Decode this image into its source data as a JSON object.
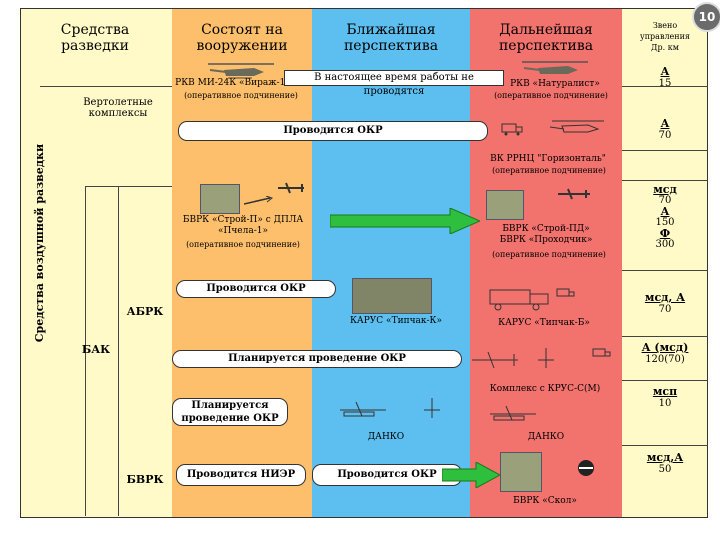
{
  "slide_number": "10",
  "headers": {
    "intel": "Средства\nразведки",
    "armed": "Состоят на\nвооружении",
    "near": "Ближайшая\nперспектива",
    "far": "Дальнейшая\nперспектива",
    "unit": "Звено\nуправления\nДр. км"
  },
  "side_label": "Средства воздушной разведки",
  "categories": {
    "helicopter": "Вертолетные\nкомплексы",
    "bak": "БАК",
    "abrk": "АБРК",
    "bvrk": "БВРК"
  },
  "row1": {
    "armed_name": "РКВ МИ-24К «Вираж-1»",
    "armed_note": "(оперативное подчинение)",
    "banner": "В настоящее время работы не проводятся",
    "far_name": "РКВ «Натуралист»",
    "far_note": "(оперативное подчинение)",
    "unit_letter": "А",
    "unit_num": "15"
  },
  "row2": {
    "banner": "Проводится ОКР",
    "far_name": "ВК РРНЦ \"Горизонталь\"",
    "far_note": "(оперативное подчинение)",
    "unit_letter": "А",
    "unit_num": "70"
  },
  "row3": {
    "armed_name": "БВРК «Строй-П» с ДПЛА\n«Пчела-1»",
    "armed_note": "(оперативное подчинение)",
    "far_name": "БВРК «Строй-ПД»\nБВРК «Проходчик»",
    "far_note": "(оперативное подчинение)",
    "unit_lines": [
      "мсд",
      "70",
      "А",
      "150",
      "Ф",
      "300"
    ]
  },
  "row4": {
    "banner": "Проводится ОКР",
    "near_name": "КАРУС «Типчак-К»",
    "far_name": "КАРУС «Типчак-Б»",
    "unit_letter": "мсд, А",
    "unit_num": "70"
  },
  "row5": {
    "banner": "Планируется проведение ОКР",
    "unit_letter": "А (мсд)",
    "unit_num": "120(70)"
  },
  "row6": {
    "far_name": "Комплекс с КРУС-С(М)",
    "banner": "Планируется\nпроведение ОКР",
    "near_name": "ДАНКО",
    "far_name2": "ДАНКО",
    "unit_letter": "мсп",
    "unit_num": "10"
  },
  "row7": {
    "banner_left": "Проводится НИЭР",
    "banner_mid": "Проводится ОКР",
    "far_name": "БВРК «Скол»",
    "unit_letter": "мсд,А",
    "unit_num": "50"
  },
  "colors": {
    "intel": "#fffac8",
    "armed": "#fdbf6b",
    "near": "#5cbfef",
    "far": "#f2726d",
    "unit": "#fffac8",
    "arrow": "#2fbf3f"
  }
}
